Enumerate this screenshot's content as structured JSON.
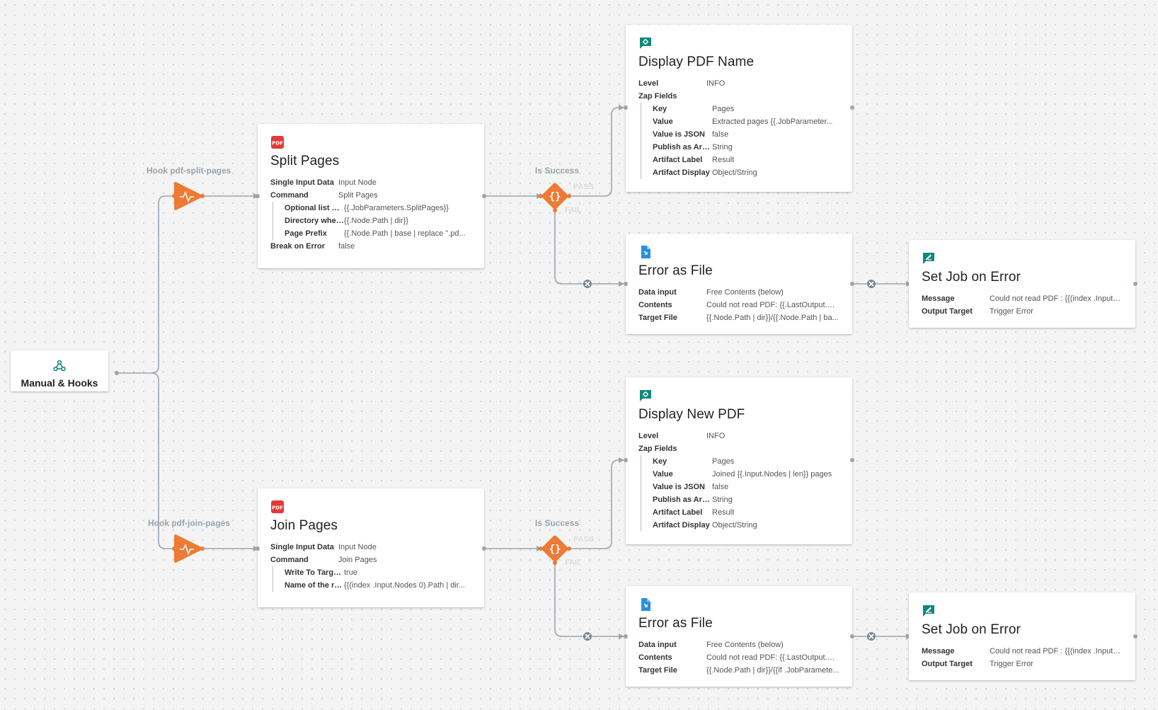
{
  "trigger": {
    "label": "Manual & Hooks"
  },
  "hooks": {
    "split": "Hook pdf-split-pages",
    "join": "Hook pdf-join-pages"
  },
  "split_pages": {
    "title": "Split Pages",
    "icon": "pdf-icon",
    "rows": [
      {
        "k": "Single Input Data",
        "v": "Input Node"
      },
      {
        "k": "Command",
        "v": "Split Pages"
      }
    ],
    "sub": [
      {
        "k": "Optional list of ...",
        "v": "{{.JobParameters.SplitPages}}"
      },
      {
        "k": "Directory wher...",
        "v": "{{.Node.Path | dir}}"
      },
      {
        "k": "Page Prefix",
        "v": "{{.Node.Path | base | replace \".pd..."
      }
    ],
    "after": [
      {
        "k": "Break on Error",
        "v": "false"
      }
    ]
  },
  "join_pages": {
    "title": "Join Pages",
    "icon": "pdf-icon",
    "rows": [
      {
        "k": "Single Input Data",
        "v": "Input Node"
      },
      {
        "k": "Command",
        "v": "Join Pages"
      }
    ],
    "sub": [
      {
        "k": "Write To Target...",
        "v": "true"
      },
      {
        "k": "Name of the re...",
        "v": "{{(index .Input.Nodes 0).Path | dir..."
      }
    ]
  },
  "conditions": {
    "top_label": "Is Success",
    "bottom_label": "Is Success",
    "pass": "PASS",
    "fail": "FAIL"
  },
  "display_pdf_name": {
    "title": "Display PDF Name",
    "rows": [
      {
        "k": "Level",
        "v": "INFO"
      },
      {
        "k": "Zap Fields",
        "v": ""
      }
    ],
    "sub": [
      {
        "k": "Key",
        "v": "Pages"
      },
      {
        "k": "Value",
        "v": "Extracted pages {{.JobParameter..."
      },
      {
        "k": "Value is JSON",
        "v": "false"
      },
      {
        "k": "Publish as Artif...",
        "v": "String"
      },
      {
        "k": "Artifact Label",
        "v": "Result"
      },
      {
        "k": "Artifact Display",
        "v": "Object/String"
      }
    ]
  },
  "display_new_pdf": {
    "title": "Display New PDF",
    "rows": [
      {
        "k": "Level",
        "v": "INFO"
      },
      {
        "k": "Zap Fields",
        "v": ""
      }
    ],
    "sub": [
      {
        "k": "Key",
        "v": "Pages"
      },
      {
        "k": "Value",
        "v": "Joined {{.Input.Nodes | len}} pages"
      },
      {
        "k": "Value is JSON",
        "v": "false"
      },
      {
        "k": "Publish as Artif...",
        "v": "String"
      },
      {
        "k": "Artifact Label",
        "v": "Result"
      },
      {
        "k": "Artifact Display",
        "v": "Object/String"
      }
    ]
  },
  "error_file_1": {
    "title": "Error as File",
    "rows": [
      {
        "k": "Data input",
        "v": "Free Contents (below)"
      },
      {
        "k": "Contents",
        "v": "Could not read PDF: {{.LastOutput.Err..."
      },
      {
        "k": "Target File",
        "v": "{{.Node.Path | dir}}/{{.Node.Path | ba..."
      }
    ]
  },
  "error_file_2": {
    "title": "Error as File",
    "rows": [
      {
        "k": "Data input",
        "v": "Free Contents (below)"
      },
      {
        "k": "Contents",
        "v": "Could not read PDF: {{.LastOutput.Err..."
      },
      {
        "k": "Target File",
        "v": "{{.Node.Path | dir}}/{{if .JobParamete..."
      }
    ]
  },
  "set_job_1": {
    "title": "Set Job on Error",
    "rows": [
      {
        "k": "Message",
        "v": "Could not read PDF : {{(index .Input.O..."
      },
      {
        "k": "Output Target",
        "v": "Trigger Error"
      }
    ]
  },
  "set_job_2": {
    "title": "Set Job on Error",
    "rows": [
      {
        "k": "Message",
        "v": "Could not read PDF : {{(index .Input.O..."
      },
      {
        "k": "Output Target",
        "v": "Trigger Error"
      }
    ]
  },
  "colors": {
    "accent": "#ee7a35",
    "teal": "#10897a",
    "blue": "#2b8fe0",
    "pdf_red": "#e53935",
    "wire": "#9aa5ad"
  }
}
